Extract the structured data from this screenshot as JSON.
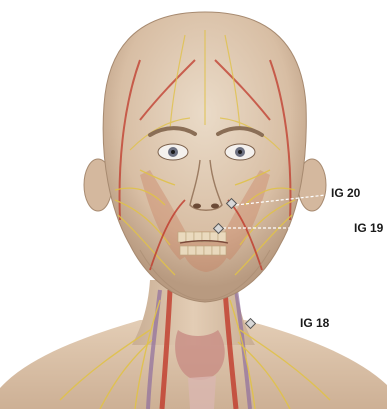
{
  "figure": {
    "points": [
      {
        "id": "ig20",
        "label": "IG 20"
      },
      {
        "id": "ig19",
        "label": "IG 19"
      },
      {
        "id": "ig18",
        "label": "IG 18"
      }
    ],
    "colors": {
      "skin_light": "#e7d3bd",
      "skin_shadow": "#b89a80",
      "artery": "#c0392b",
      "vein": "#8e6e9e",
      "nerve": "#e0c24a",
      "muscle": "#c87a5a",
      "marker_fill": "#d8d8d8",
      "marker_stroke": "#555555",
      "leader": "#ffffff"
    }
  }
}
